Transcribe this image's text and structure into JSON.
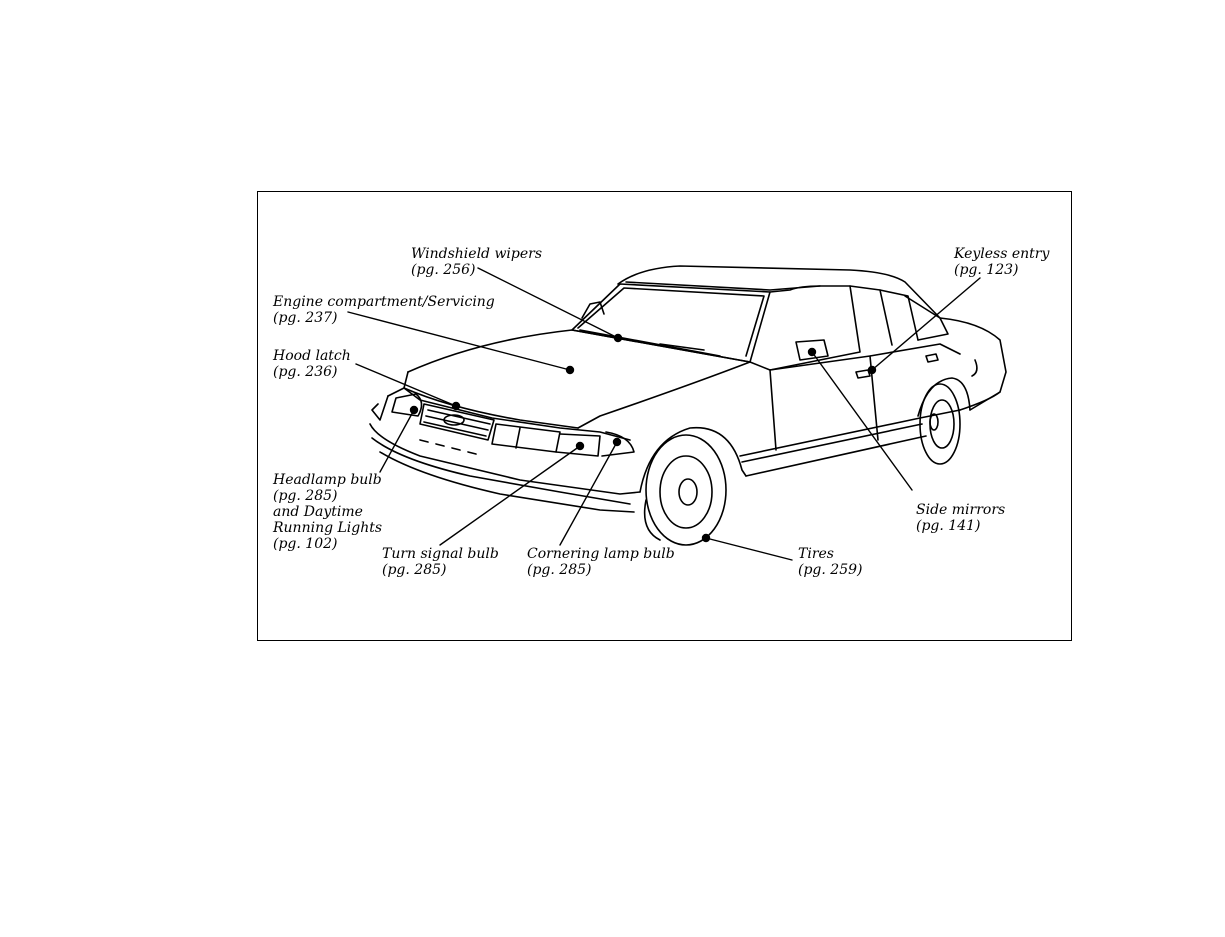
{
  "callouts": {
    "windshield_wipers": {
      "name": "Windshield wipers",
      "page": "(pg. 256)"
    },
    "keyless_entry": {
      "name": "Keyless entry",
      "page": "(pg. 123)"
    },
    "engine_compartment": {
      "name": "Engine compartment/Servicing",
      "page": "(pg. 237)"
    },
    "hood_latch": {
      "name": "Hood latch",
      "page": "(pg. 236)"
    },
    "headlamp_bulb": {
      "line1": "Headlamp bulb",
      "line2": "(pg. 285)",
      "line3": "and Daytime",
      "line4": "Running Lights",
      "line5": "(pg. 102)"
    },
    "turn_signal_bulb": {
      "name": "Turn signal bulb",
      "page": "(pg. 285)"
    },
    "cornering_lamp_bulb": {
      "name": "Cornering lamp bulb",
      "page": "(pg. 285)"
    },
    "tires": {
      "name": "Tires",
      "page": "(pg. 259)"
    },
    "side_mirrors": {
      "name": "Side mirrors",
      "page": "(pg. 141)"
    }
  },
  "colors": {
    "line": "#000000",
    "background": "#ffffff"
  }
}
